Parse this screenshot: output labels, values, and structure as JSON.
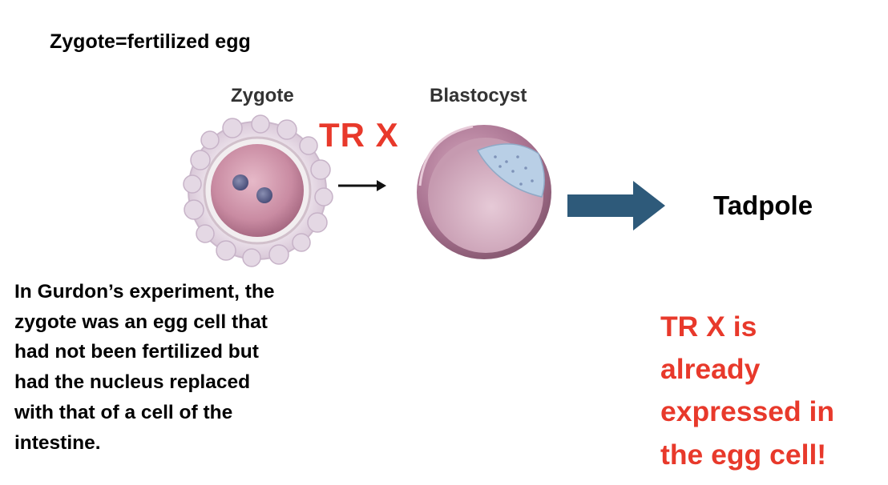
{
  "header": {
    "title": "Zygote=fertilized egg"
  },
  "figure": {
    "zygote_label": "Zygote",
    "blastocyst_label": "Blastocyst",
    "annotation": "TR X",
    "tadpole_label": "Tadpole"
  },
  "caption": {
    "lines": [
      "In Gurdon’s experiment, the",
      "zygote was an egg cell that",
      "had not been fertilized but",
      "had the nucleus replaced",
      "with that of a cell of the",
      "intestine."
    ]
  },
  "note": {
    "lines": [
      "TR X is",
      "already",
      "expressed in",
      "the egg cell!"
    ]
  },
  "colors": {
    "annotation": "#e8392b",
    "arrow": "#2e5a7a"
  }
}
